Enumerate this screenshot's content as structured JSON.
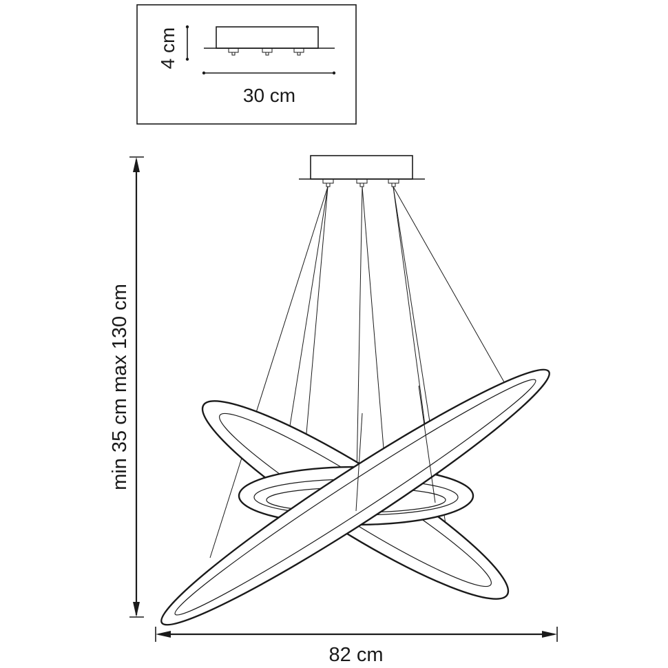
{
  "inset": {
    "height_label": "4 cm",
    "width_label": "30 cm"
  },
  "main": {
    "height_label": "min 35 cm max 130 cm",
    "width_label": "82 cm"
  },
  "colors": {
    "line": "#1a1a1a",
    "background": "#ffffff"
  }
}
